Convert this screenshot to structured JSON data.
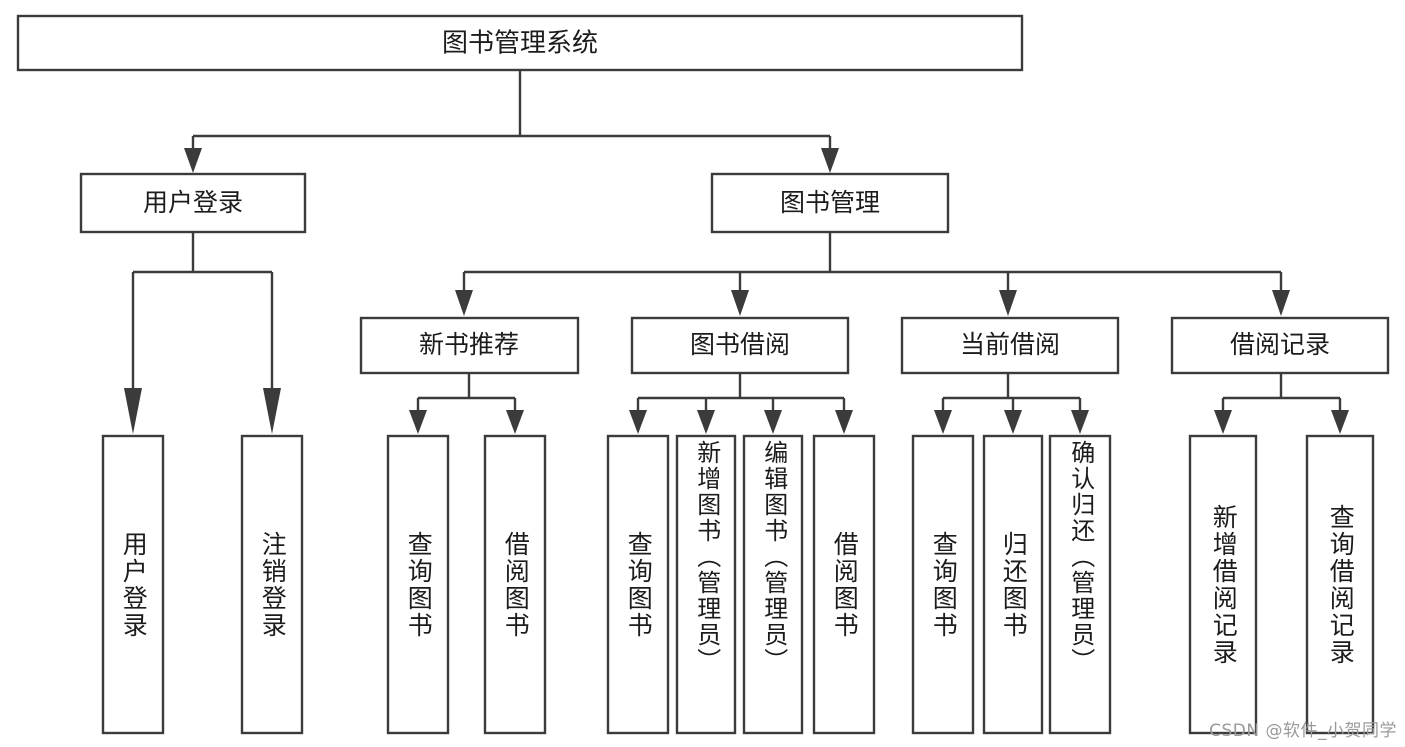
{
  "diagram": {
    "type": "tree",
    "title_node": {
      "label": "图书管理系统"
    },
    "level2": [
      {
        "label": "用户登录"
      },
      {
        "label": "图书管理"
      }
    ],
    "level3": [
      {
        "label": "新书推荐"
      },
      {
        "label": "图书借阅"
      },
      {
        "label": "当前借阅"
      },
      {
        "label": "借阅记录"
      }
    ],
    "leaves": {
      "user_login": [
        {
          "label": "用户登录"
        },
        {
          "label": "注销登录"
        }
      ],
      "new_book_recommend": [
        {
          "label": "查询图书"
        },
        {
          "label": "借阅图书"
        }
      ],
      "book_borrow": [
        {
          "label": "查询图书"
        },
        {
          "label": "新增图书（管理员）"
        },
        {
          "label": "编辑图书（管理员）"
        },
        {
          "label": "借阅图书"
        }
      ],
      "current_borrow": [
        {
          "label": "查询图书"
        },
        {
          "label": "归还图书"
        },
        {
          "label": "确认归还（管理员）"
        }
      ],
      "borrow_record": [
        {
          "label": "新增借阅记录"
        },
        {
          "label": "查询借阅记录"
        }
      ]
    }
  },
  "watermark": {
    "text": "CSDN @软件_小贺同学"
  },
  "colors": {
    "stroke": "#3b3b3b",
    "text": "#1c1c1c",
    "background": "#ffffff",
    "watermark": "#9a9a9a"
  }
}
